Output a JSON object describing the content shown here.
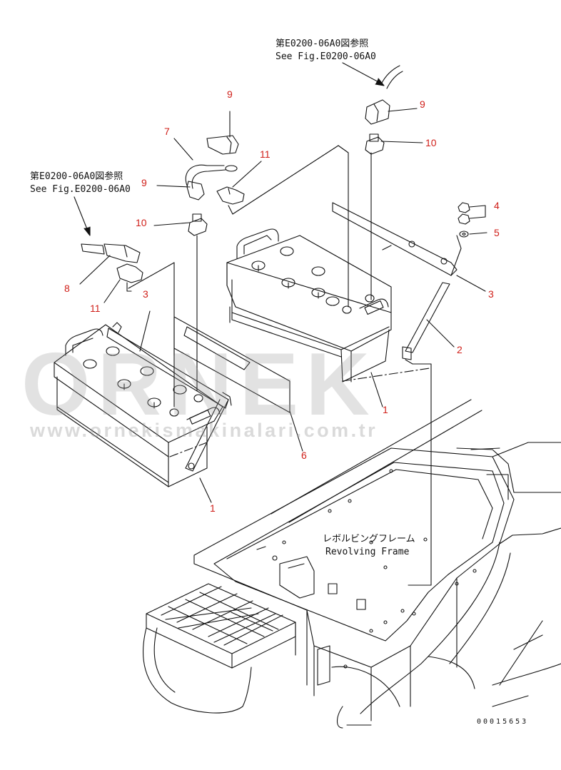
{
  "references": {
    "upper": {
      "jp": "第E0200-06A0図参照",
      "en": "See Fig.E0200-06A0"
    },
    "left": {
      "jp": "第E0200-06A0図参照",
      "en": "See Fig.E0200-06A0"
    }
  },
  "frame_label": {
    "jp": "レボルビングフレーム",
    "en": "Revolving Frame"
  },
  "callouts": {
    "c9_top": "9",
    "c9_right": "9",
    "c9_left": "9",
    "c7": "7",
    "c11_top": "11",
    "c10_left": "10",
    "c10_right": "10",
    "c8": "8",
    "c11_left": "11",
    "c3_left": "3",
    "c3_right": "3",
    "c4": "4",
    "c5": "5",
    "c2": "2",
    "c1_right": "1",
    "c1_left": "1",
    "c6": "6"
  },
  "watermark": {
    "brand": "ORNEK",
    "url": "www.ornekismakinalari.com.tr"
  },
  "document_number": "00015653",
  "colors": {
    "callout": "#d0201a",
    "line": "#111111",
    "watermark": "#969696"
  }
}
